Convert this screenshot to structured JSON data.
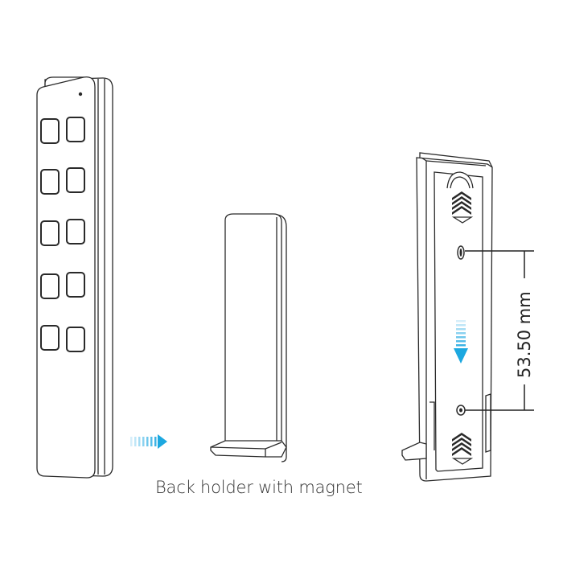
{
  "caption": "Back holder with magnet",
  "dimension_label": "53.50 mm",
  "colors": {
    "outline": "#2a2a2a",
    "button_fill": "#ffffff",
    "arrow_cyan": "#29b6e8",
    "arrow_light": "#d8f0fb"
  },
  "remote": {
    "button_rows": 5,
    "button_cols": 2
  },
  "icons": [
    "right-arrow-icon",
    "down-arrow-icon",
    "grip-chevrons-icon"
  ]
}
